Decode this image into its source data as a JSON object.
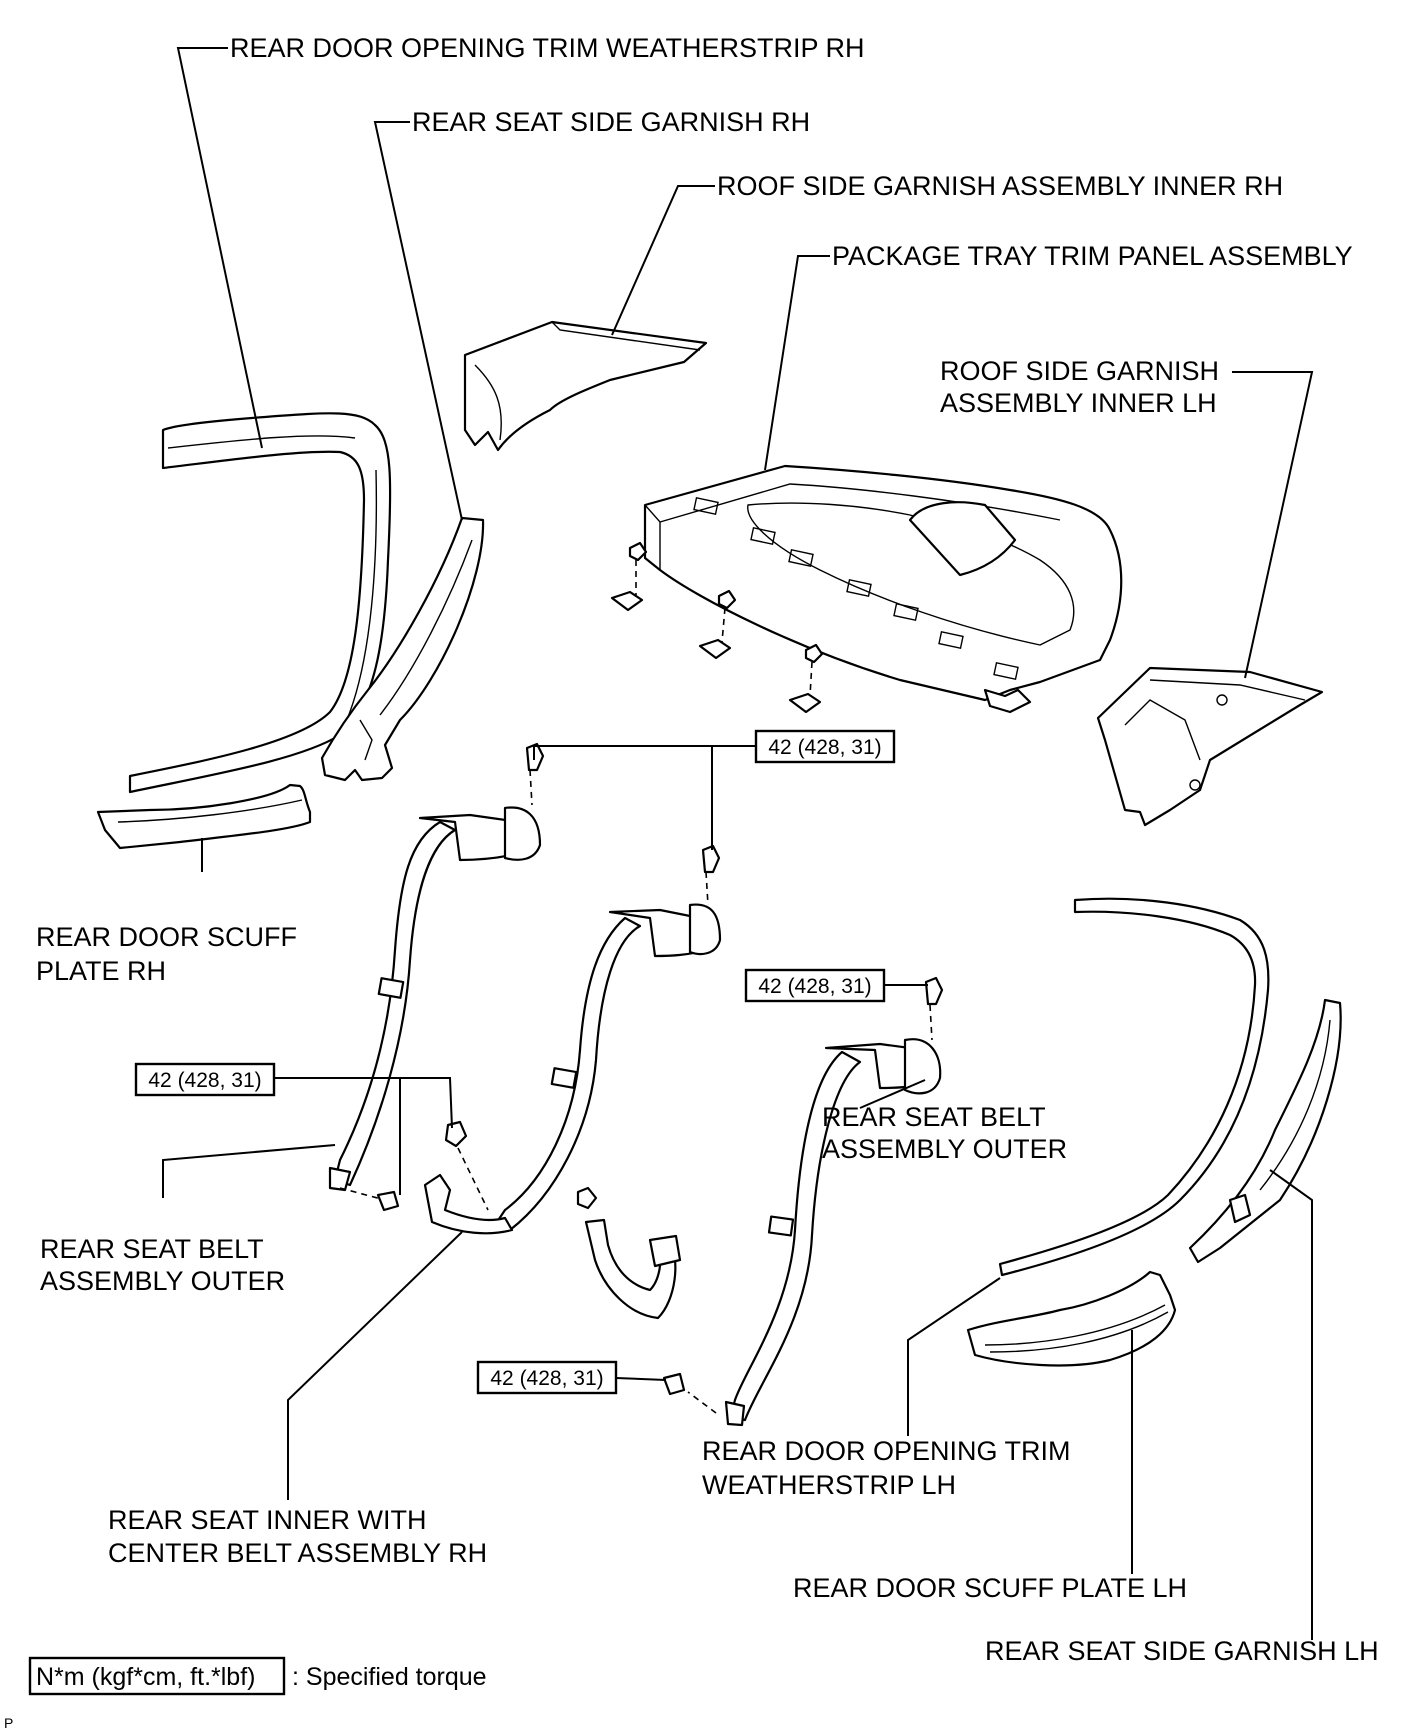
{
  "labels": {
    "rear_door_opening_trim_weatherstrip_rh": "REAR DOOR OPENING TRIM WEATHERSTRIP RH",
    "rear_seat_side_garnish_rh": "REAR SEAT SIDE GARNISH RH",
    "roof_side_garnish_assembly_inner_rh": "ROOF SIDE GARNISH ASSEMBLY INNER RH",
    "package_tray_trim_panel_assembly": "PACKAGE TRAY TRIM PANEL ASSEMBLY",
    "roof_side_garnish_assembly_inner_lh_1": "ROOF SIDE GARNISH",
    "roof_side_garnish_assembly_inner_lh_2": "ASSEMBLY INNER LH",
    "rear_door_scuff_plate_rh_1": "REAR DOOR SCUFF",
    "rear_door_scuff_plate_rh_2": "PLATE RH",
    "rear_seat_belt_assembly_outer_right_1": "REAR SEAT BELT",
    "rear_seat_belt_assembly_outer_right_2": "ASSEMBLY OUTER",
    "rear_seat_belt_assembly_outer_left_1": "REAR SEAT BELT",
    "rear_seat_belt_assembly_outer_left_2": "ASSEMBLY OUTER",
    "rear_seat_inner_center_belt_rh_1": "REAR SEAT INNER WITH",
    "rear_seat_inner_center_belt_rh_2": "CENTER BELT ASSEMBLY RH",
    "rear_door_opening_trim_weatherstrip_lh_1": "REAR DOOR OPENING TRIM",
    "rear_door_opening_trim_weatherstrip_lh_2": "WEATHERSTRIP LH",
    "rear_door_scuff_plate_lh": "REAR DOOR SCUFF PLATE LH",
    "rear_seat_side_garnish_lh": "REAR SEAT SIDE GARNISH LH"
  },
  "torques": {
    "top_anchor": "42 (428, 31)",
    "right_retractor": "42 (428, 31)",
    "left_lower": "42 (428, 31)",
    "bottom_anchor": "42 (428, 31)"
  },
  "legend": {
    "unit_box": "N*m (kgf*cm, ft.*lbf)",
    "description": ": Specified torque"
  },
  "footer_code": "P"
}
